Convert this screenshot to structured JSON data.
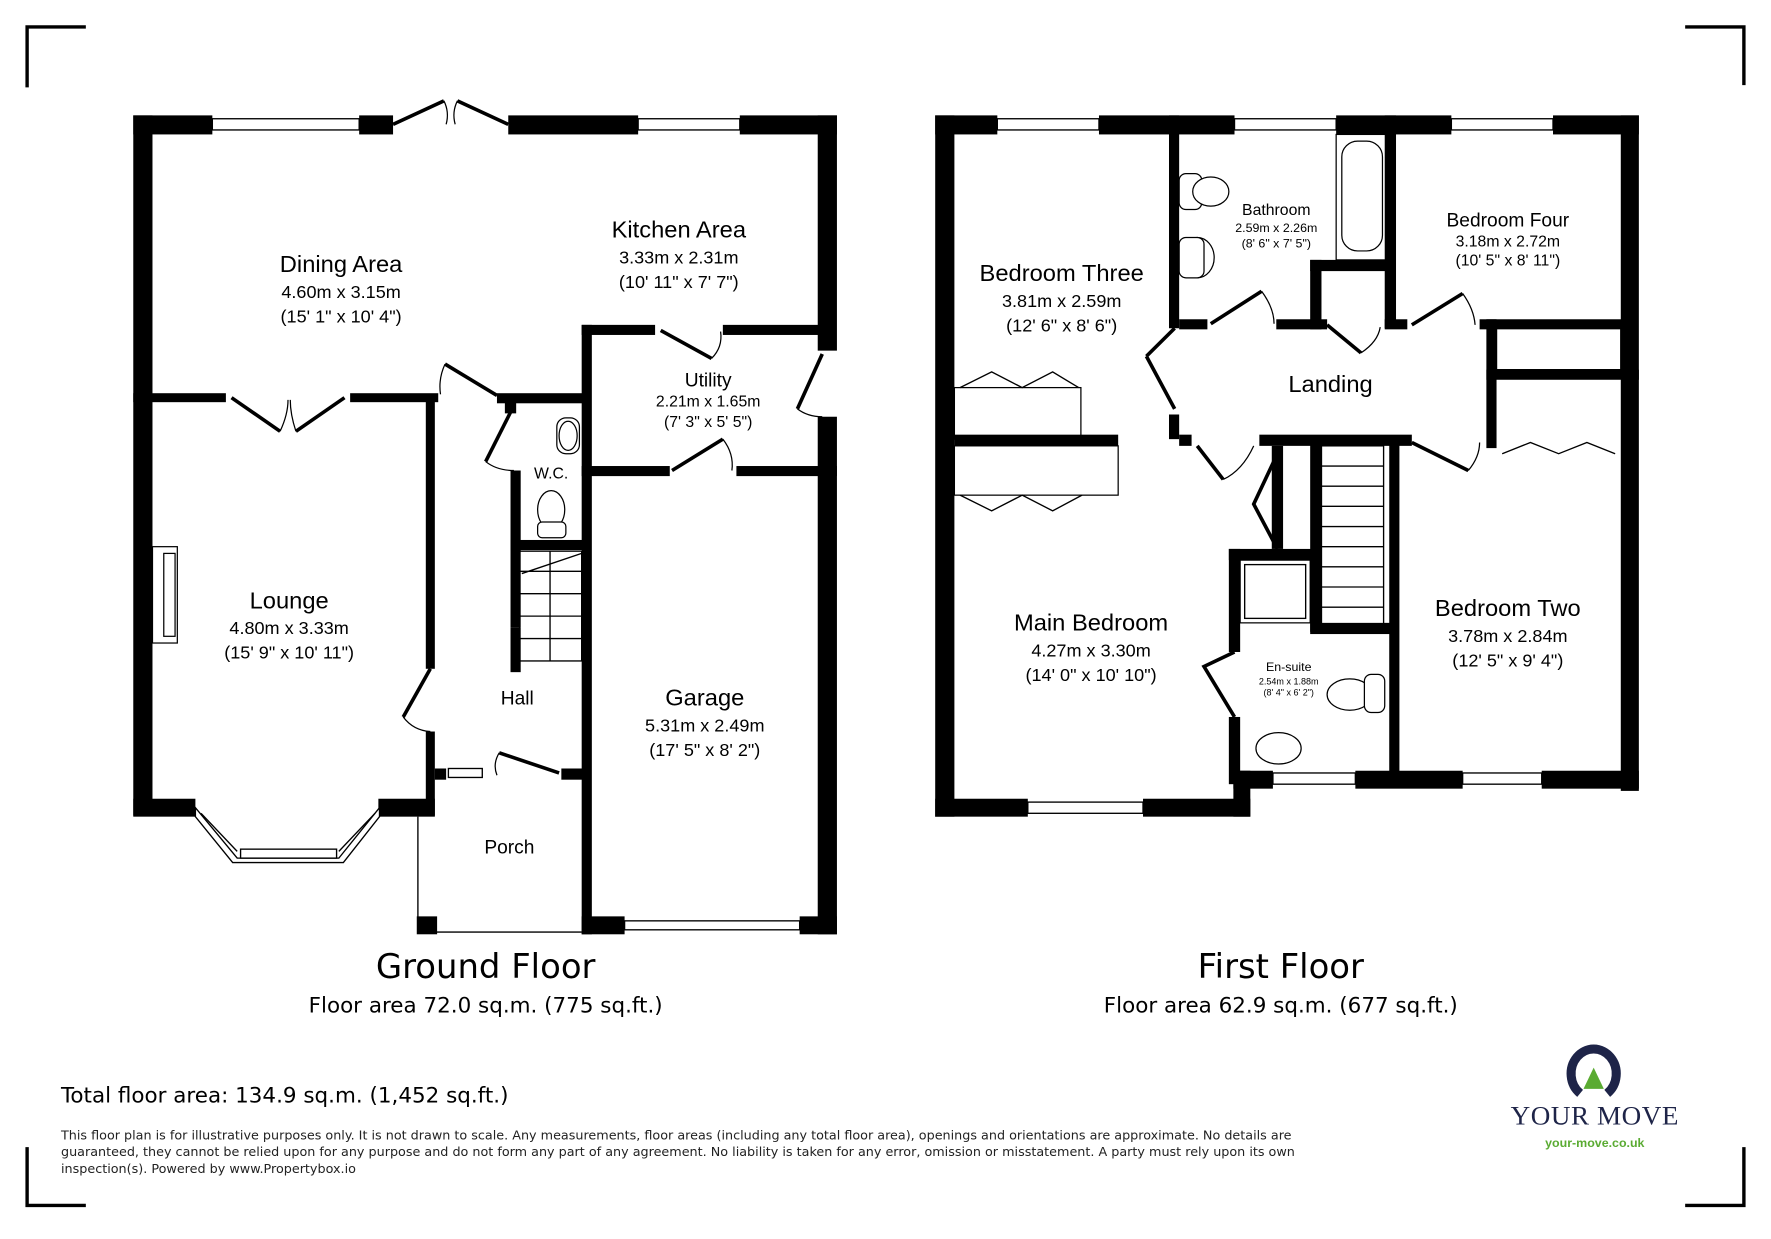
{
  "ground_floor": {
    "title": "Ground Floor",
    "area": "Floor area 72.0 sq.m. (775 sq.ft.)",
    "rooms": {
      "dining": {
        "name": "Dining Area",
        "metric": "4.60m x 3.15m",
        "imperial": "(15' 1\" x 10' 4\")"
      },
      "kitchen": {
        "name": "Kitchen Area",
        "metric": "3.33m x 2.31m",
        "imperial": "(10' 11\" x 7' 7\")"
      },
      "utility": {
        "name": "Utility",
        "metric": "2.21m x 1.65m",
        "imperial": "(7' 3\" x 5' 5\")"
      },
      "wc": {
        "name": "W.C."
      },
      "lounge": {
        "name": "Lounge",
        "metric": "4.80m x 3.33m",
        "imperial": "(15' 9\" x 10' 11\")"
      },
      "hall": {
        "name": "Hall"
      },
      "garage": {
        "name": "Garage",
        "metric": "5.31m x 2.49m",
        "imperial": "(17' 5\" x 8' 2\")"
      },
      "porch": {
        "name": "Porch"
      }
    }
  },
  "first_floor": {
    "title": "First Floor",
    "area": "Floor area 62.9 sq.m. (677 sq.ft.)",
    "rooms": {
      "bedroom_three": {
        "name": "Bedroom Three",
        "metric": "3.81m x 2.59m",
        "imperial": "(12' 6\" x 8' 6\")"
      },
      "bathroom": {
        "name": "Bathroom",
        "metric": "2.59m x 2.26m",
        "imperial": "(8' 6\" x 7' 5\")"
      },
      "bedroom_four": {
        "name": "Bedroom Four",
        "metric": "3.18m x 2.72m",
        "imperial": "(10' 5\" x 8' 11\")"
      },
      "landing": {
        "name": "Landing"
      },
      "main_bedroom": {
        "name": "Main Bedroom",
        "metric": "4.27m x 3.30m",
        "imperial": "(14' 0\" x 10' 10\")"
      },
      "ensuite": {
        "name": "En-suite",
        "metric": "2.54m x 1.88m",
        "imperial": "(8' 4\" x 6' 2\")"
      },
      "bedroom_two": {
        "name": "Bedroom Two",
        "metric": "3.78m x 2.84m",
        "imperial": "(12' 5\" x 9' 4\")"
      }
    }
  },
  "footer": {
    "total_area": "Total floor area: 134.9 sq.m. (1,452 sq.ft.)",
    "disclaimer_lines": [
      "This floor plan is for illustrative purposes only. It is not drawn to scale. Any measurements, floor areas (including any total floor area), openings and orientations are approximate. No details are",
      "guaranteed, they cannot be relied upon for any purpose and do not form any part of any agreement. No liability is taken for any error, omission or misstatement. A party must rely upon its own",
      "inspection(s). Powered by www.Propertybox.io"
    ]
  },
  "brand": {
    "name": "YOUR MOVE",
    "url": "your-move.co.uk",
    "logo_icon": "ring-with-triangle-icon",
    "colors": {
      "navy": "#1e2448",
      "green": "#5aab32"
    }
  }
}
